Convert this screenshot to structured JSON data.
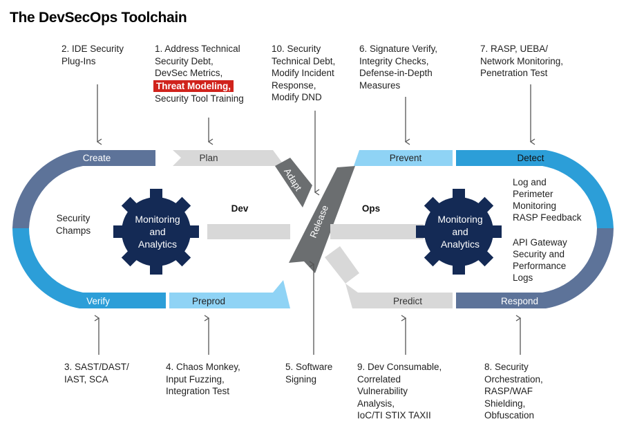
{
  "title": "The DevSecOps Toolchain",
  "colors": {
    "dark_blue": "#5d7399",
    "mid_blue": "#2c9ed8",
    "light_blue": "#8fd3f5",
    "gray": "#d8d8d8",
    "dark_gray": "#6b6e70",
    "navy": "#142a55",
    "red": "#d0231c"
  },
  "segments": {
    "create": "Create",
    "plan": "Plan",
    "adapt": "Adapt",
    "release": "Release",
    "prevent": "Prevent",
    "detect": "Detect",
    "respond": "Respond",
    "predict": "Predict",
    "preprod": "Preprod",
    "verify": "Verify"
  },
  "center": {
    "dev": "Dev",
    "ops": "Ops",
    "security_champs": [
      "Security",
      "Champs"
    ],
    "gear_left": [
      "Monitoring",
      "and",
      "Analytics"
    ],
    "gear_right": [
      "Monitoring",
      "and",
      "Analytics"
    ],
    "ops_inner_top": [
      "Log and",
      "Perimeter",
      "Monitoring",
      "RASP Feedback"
    ],
    "ops_inner_bottom": [
      "API Gateway",
      "Security and",
      "Performance",
      "Logs"
    ]
  },
  "top_notes": {
    "n2": [
      "2. IDE Security",
      "Plug-Ins"
    ],
    "n1_before": [
      "1. Address Technical",
      "Security Debt,",
      "DevSec Metrics,"
    ],
    "n1_highlight": "Threat Modeling,",
    "n1_after": [
      "Security Tool Training"
    ],
    "n10": [
      "10. Security",
      "Technical Debt,",
      "Modify Incident",
      "Response,",
      "Modify DND"
    ],
    "n6": [
      "6. Signature Verify,",
      "Integrity Checks,",
      "Defense-in-Depth",
      "Measures"
    ],
    "n7": [
      "7. RASP, UEBA/",
      "Network Monitoring,",
      "Penetration Test"
    ]
  },
  "bottom_notes": {
    "n3": [
      "3. SAST/DAST/",
      "IAST, SCA"
    ],
    "n4": [
      "4. Chaos Monkey,",
      "Input Fuzzing,",
      "Integration Test"
    ],
    "n5": [
      "5. Software",
      "Signing"
    ],
    "n9": [
      "9. Dev Consumable,",
      "Correlated",
      "Vulnerability",
      "Analysis,",
      "IoC/TI STIX TAXII"
    ],
    "n8": [
      "8. Security",
      "Orchestration,",
      "RASP/WAF",
      "Shielding,",
      "Obfuscation"
    ]
  }
}
